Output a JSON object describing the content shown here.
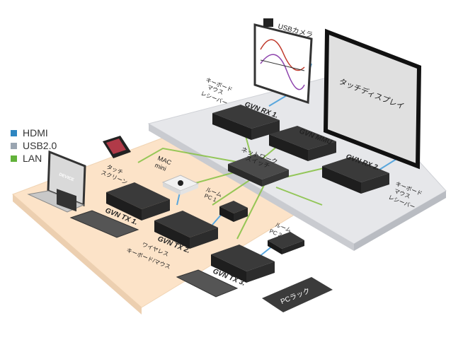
{
  "legend": [
    {
      "label": "HDMI",
      "color": "#2e86c1"
    },
    {
      "label": "USB2.0",
      "color": "#9aa5b1"
    },
    {
      "label": "LAN",
      "color": "#62b23a"
    }
  ],
  "devices": {
    "rx1": "GVN RX 1.",
    "rx2": "GVN RX 2.",
    "mmu": "GVN MMU",
    "tx1": "GVN TX 1.",
    "tx2": "GVN TX 2.",
    "tx3": "GVN TX 3.",
    "device_badge": "DEVICE"
  },
  "labels": {
    "usb_camera": "USBカメラ",
    "touch_display": "タッチディスプレイ",
    "kvm_rx1": [
      "キーボード",
      "マウス",
      "レシーバー"
    ],
    "kvm_rx2": [
      "キーボード",
      "マウス",
      "レシーバー"
    ],
    "network_switch": [
      "ネットワーク",
      "スイッチ"
    ],
    "touch_screen": [
      "タッチ",
      "スクリーン"
    ],
    "mac_mini": [
      "MAC",
      "mini"
    ],
    "room_pc1": [
      "ルーム",
      "PC 1"
    ],
    "room_pc2": [
      "ルーム",
      "PC 2"
    ],
    "wireless_kbm": [
      "ワイヤレス",
      "キーボード/マウス"
    ],
    "pc_rack": "PCラック"
  }
}
